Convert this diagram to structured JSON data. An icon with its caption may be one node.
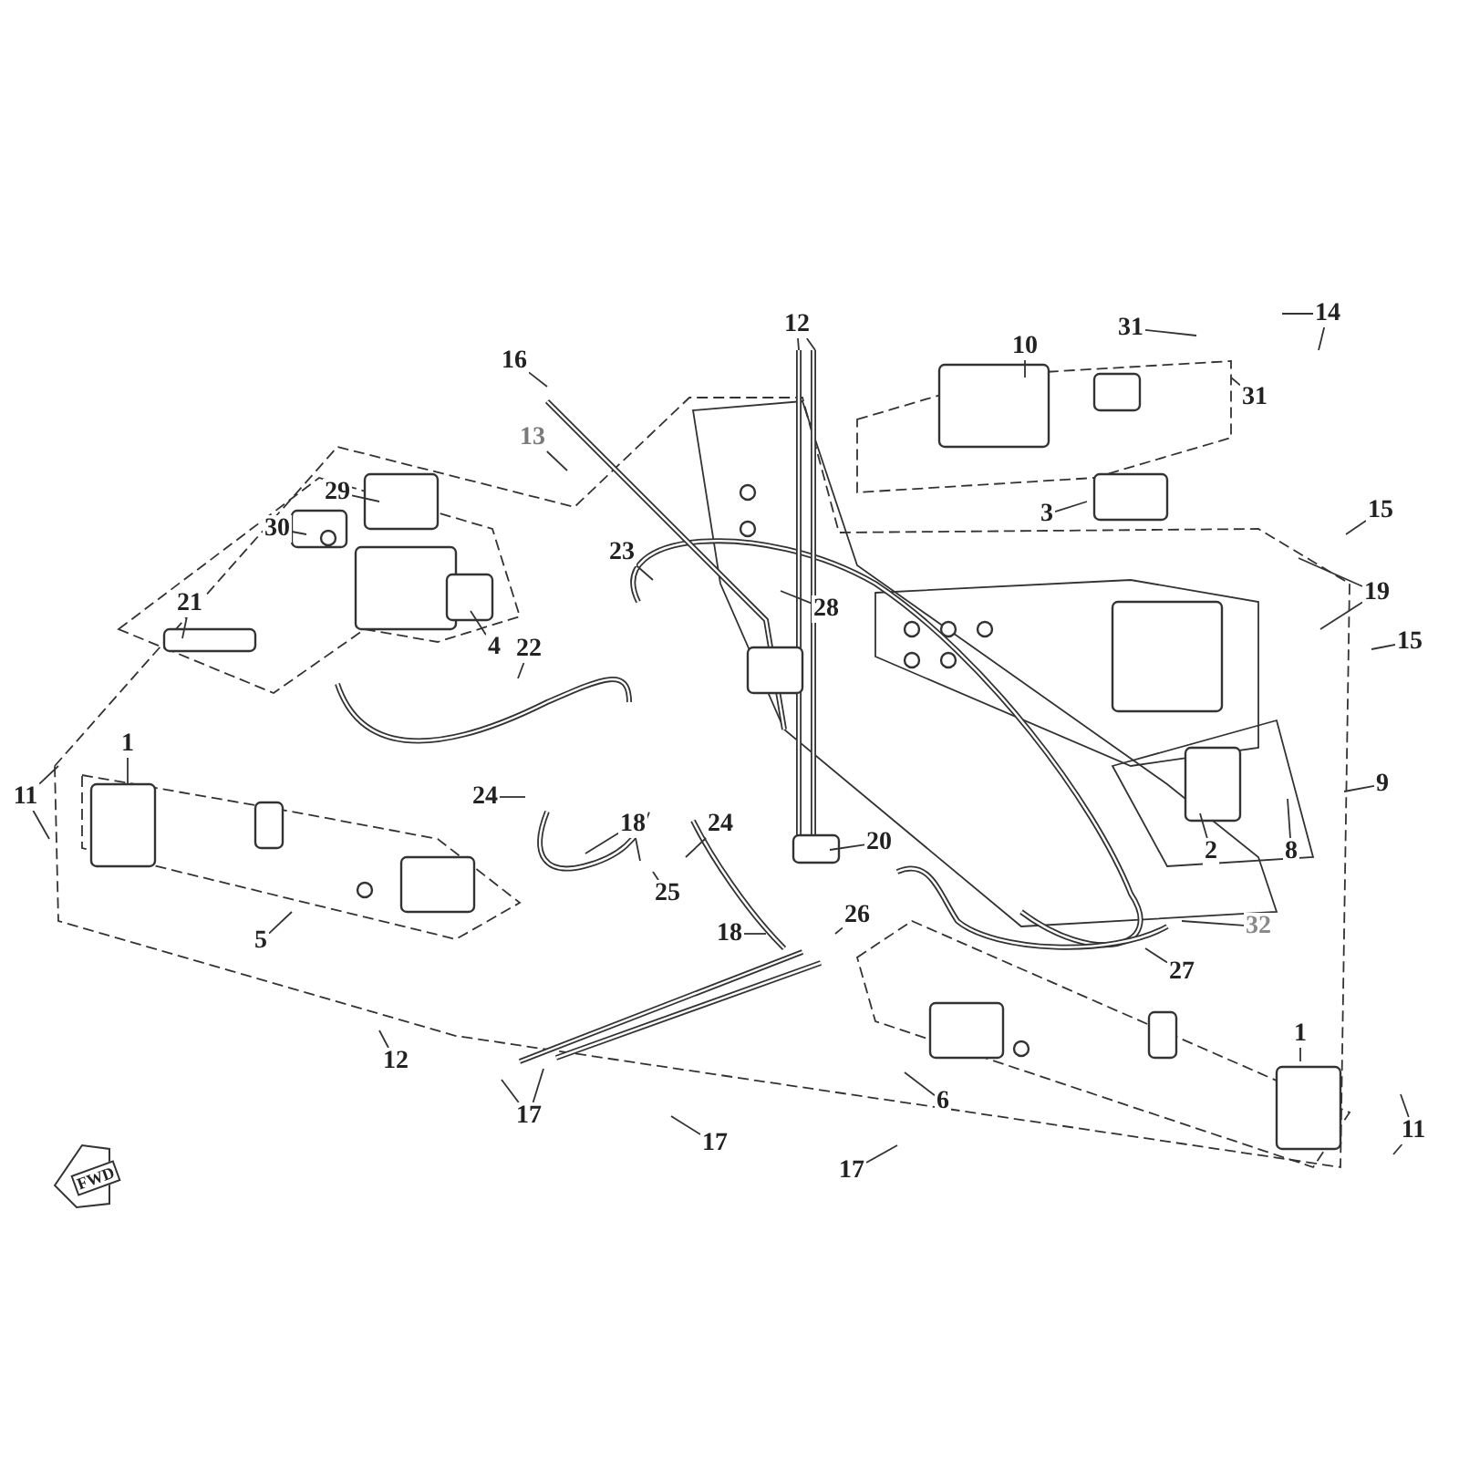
{
  "diagram": {
    "nodes": [
      {
        "text": [
          "16"
        ]
      },
      {
        "text": [
          "13"
        ]
      },
      {
        "text": [
          "12"
        ]
      },
      {
        "text": [
          "10"
        ]
      },
      {
        "text": [
          "31"
        ]
      },
      {
        "text": [
          "14"
        ]
      },
      {
        "text": [
          "31"
        ]
      },
      {
        "text": [
          "3"
        ]
      },
      {
        "text": [
          "29"
        ]
      },
      {
        "text": [
          "30"
        ]
      },
      {
        "text": [
          "23"
        ]
      },
      {
        "text": [
          "28"
        ]
      },
      {
        "text": [
          "15"
        ]
      },
      {
        "text": [
          "19"
        ]
      },
      {
        "text": [
          "15"
        ]
      },
      {
        "text": [
          "21"
        ]
      },
      {
        "text": [
          "4"
        ]
      },
      {
        "text": [
          "22"
        ]
      },
      {
        "text": [
          "1"
        ]
      },
      {
        "text": [
          "11"
        ]
      },
      {
        "text": [
          "24"
        ]
      },
      {
        "text": [
          "18"
        ]
      },
      {
        "text": [
          "24"
        ]
      },
      {
        "text": [
          "25"
        ]
      },
      {
        "text": [
          "20"
        ]
      },
      {
        "text": [
          "2"
        ]
      },
      {
        "text": [
          "8"
        ]
      },
      {
        "text": [
          "9"
        ]
      },
      {
        "text": [
          "5"
        ]
      },
      {
        "text": [
          "18"
        ]
      },
      {
        "text": [
          "26"
        ]
      },
      {
        "text": [
          "32"
        ]
      },
      {
        "text": [
          "27"
        ]
      },
      {
        "text": [
          "12"
        ]
      },
      {
        "text": [
          "17"
        ]
      },
      {
        "text": [
          "17"
        ]
      },
      {
        "text": [
          "17"
        ]
      },
      {
        "text": [
          "6"
        ]
      },
      {
        "text": [
          "1"
        ]
      },
      {
        "text": [
          "11"
        ]
      }
    ],
    "edges": [
      {
        "from": 0,
        "to": null,
        "arrow": "none"
      },
      {
        "from": 1,
        "to": null,
        "arrow": "none"
      },
      {
        "from": 2,
        "to": null,
        "arrow": "none"
      },
      {
        "from": 2,
        "to": null,
        "arrow": "none"
      },
      {
        "from": 3,
        "to": null,
        "arrow": "none"
      },
      {
        "from": 4,
        "to": null,
        "arrow": "none"
      },
      {
        "from": 5,
        "to": null,
        "arrow": "none"
      },
      {
        "from": 5,
        "to": null,
        "arrow": "none"
      },
      {
        "from": 6,
        "to": null,
        "arrow": "none"
      },
      {
        "from": 7,
        "to": null,
        "arrow": "none"
      },
      {
        "from": 8,
        "to": null,
        "arrow": "none"
      },
      {
        "from": 9,
        "to": null,
        "arrow": "none"
      },
      {
        "from": 10,
        "to": null,
        "arrow": "none"
      },
      {
        "from": 11,
        "to": null,
        "arrow": "none"
      },
      {
        "from": 12,
        "to": null,
        "arrow": "none"
      },
      {
        "from": 13,
        "to": null,
        "arrow": "none"
      },
      {
        "from": 13,
        "to": null,
        "arrow": "none"
      },
      {
        "from": 14,
        "to": null,
        "arrow": "none"
      },
      {
        "from": 15,
        "to": null,
        "arrow": "none"
      },
      {
        "from": 16,
        "to": null,
        "arrow": "none"
      },
      {
        "from": 17,
        "to": null,
        "arrow": "none"
      },
      {
        "from": 18,
        "to": null,
        "arrow": "none"
      },
      {
        "from": 19,
        "to": null,
        "arrow": "none"
      },
      {
        "from": 19,
        "to": null,
        "arrow": "none"
      },
      {
        "from": 20,
        "to": null,
        "arrow": "none"
      },
      {
        "from": 21,
        "to": null,
        "arrow": "none"
      },
      {
        "from": 21,
        "to": null,
        "arrow": "none"
      },
      {
        "from": 22,
        "to": null,
        "arrow": "none"
      },
      {
        "from": 23,
        "to": null,
        "arrow": "none"
      },
      {
        "from": 24,
        "to": null,
        "arrow": "none"
      },
      {
        "from": 25,
        "to": null,
        "arrow": "none"
      },
      {
        "from": 26,
        "to": null,
        "arrow": "none"
      },
      {
        "from": 27,
        "to": null,
        "arrow": "none"
      },
      {
        "from": 28,
        "to": null,
        "arrow": "none"
      },
      {
        "from": 29,
        "to": null,
        "arrow": "none"
      },
      {
        "from": 30,
        "to": null,
        "arrow": "none"
      },
      {
        "from": 31,
        "to": null,
        "arrow": "none"
      },
      {
        "from": 32,
        "to": null,
        "arrow": "none"
      },
      {
        "from": 33,
        "to": null,
        "arrow": "none"
      },
      {
        "from": 34,
        "to": null,
        "arrow": "none"
      },
      {
        "from": 34,
        "to": null,
        "arrow": "none"
      },
      {
        "from": 35,
        "to": null,
        "arrow": "none"
      },
      {
        "from": 36,
        "to": null,
        "arrow": "none"
      },
      {
        "from": 37,
        "to": null,
        "arrow": "none"
      },
      {
        "from": 38,
        "to": null,
        "arrow": "none"
      },
      {
        "from": 39,
        "to": null,
        "arrow": "none"
      },
      {
        "from": 39,
        "to": null,
        "arrow": "none"
      }
    ],
    "labels": [
      "FWD"
    ]
  }
}
